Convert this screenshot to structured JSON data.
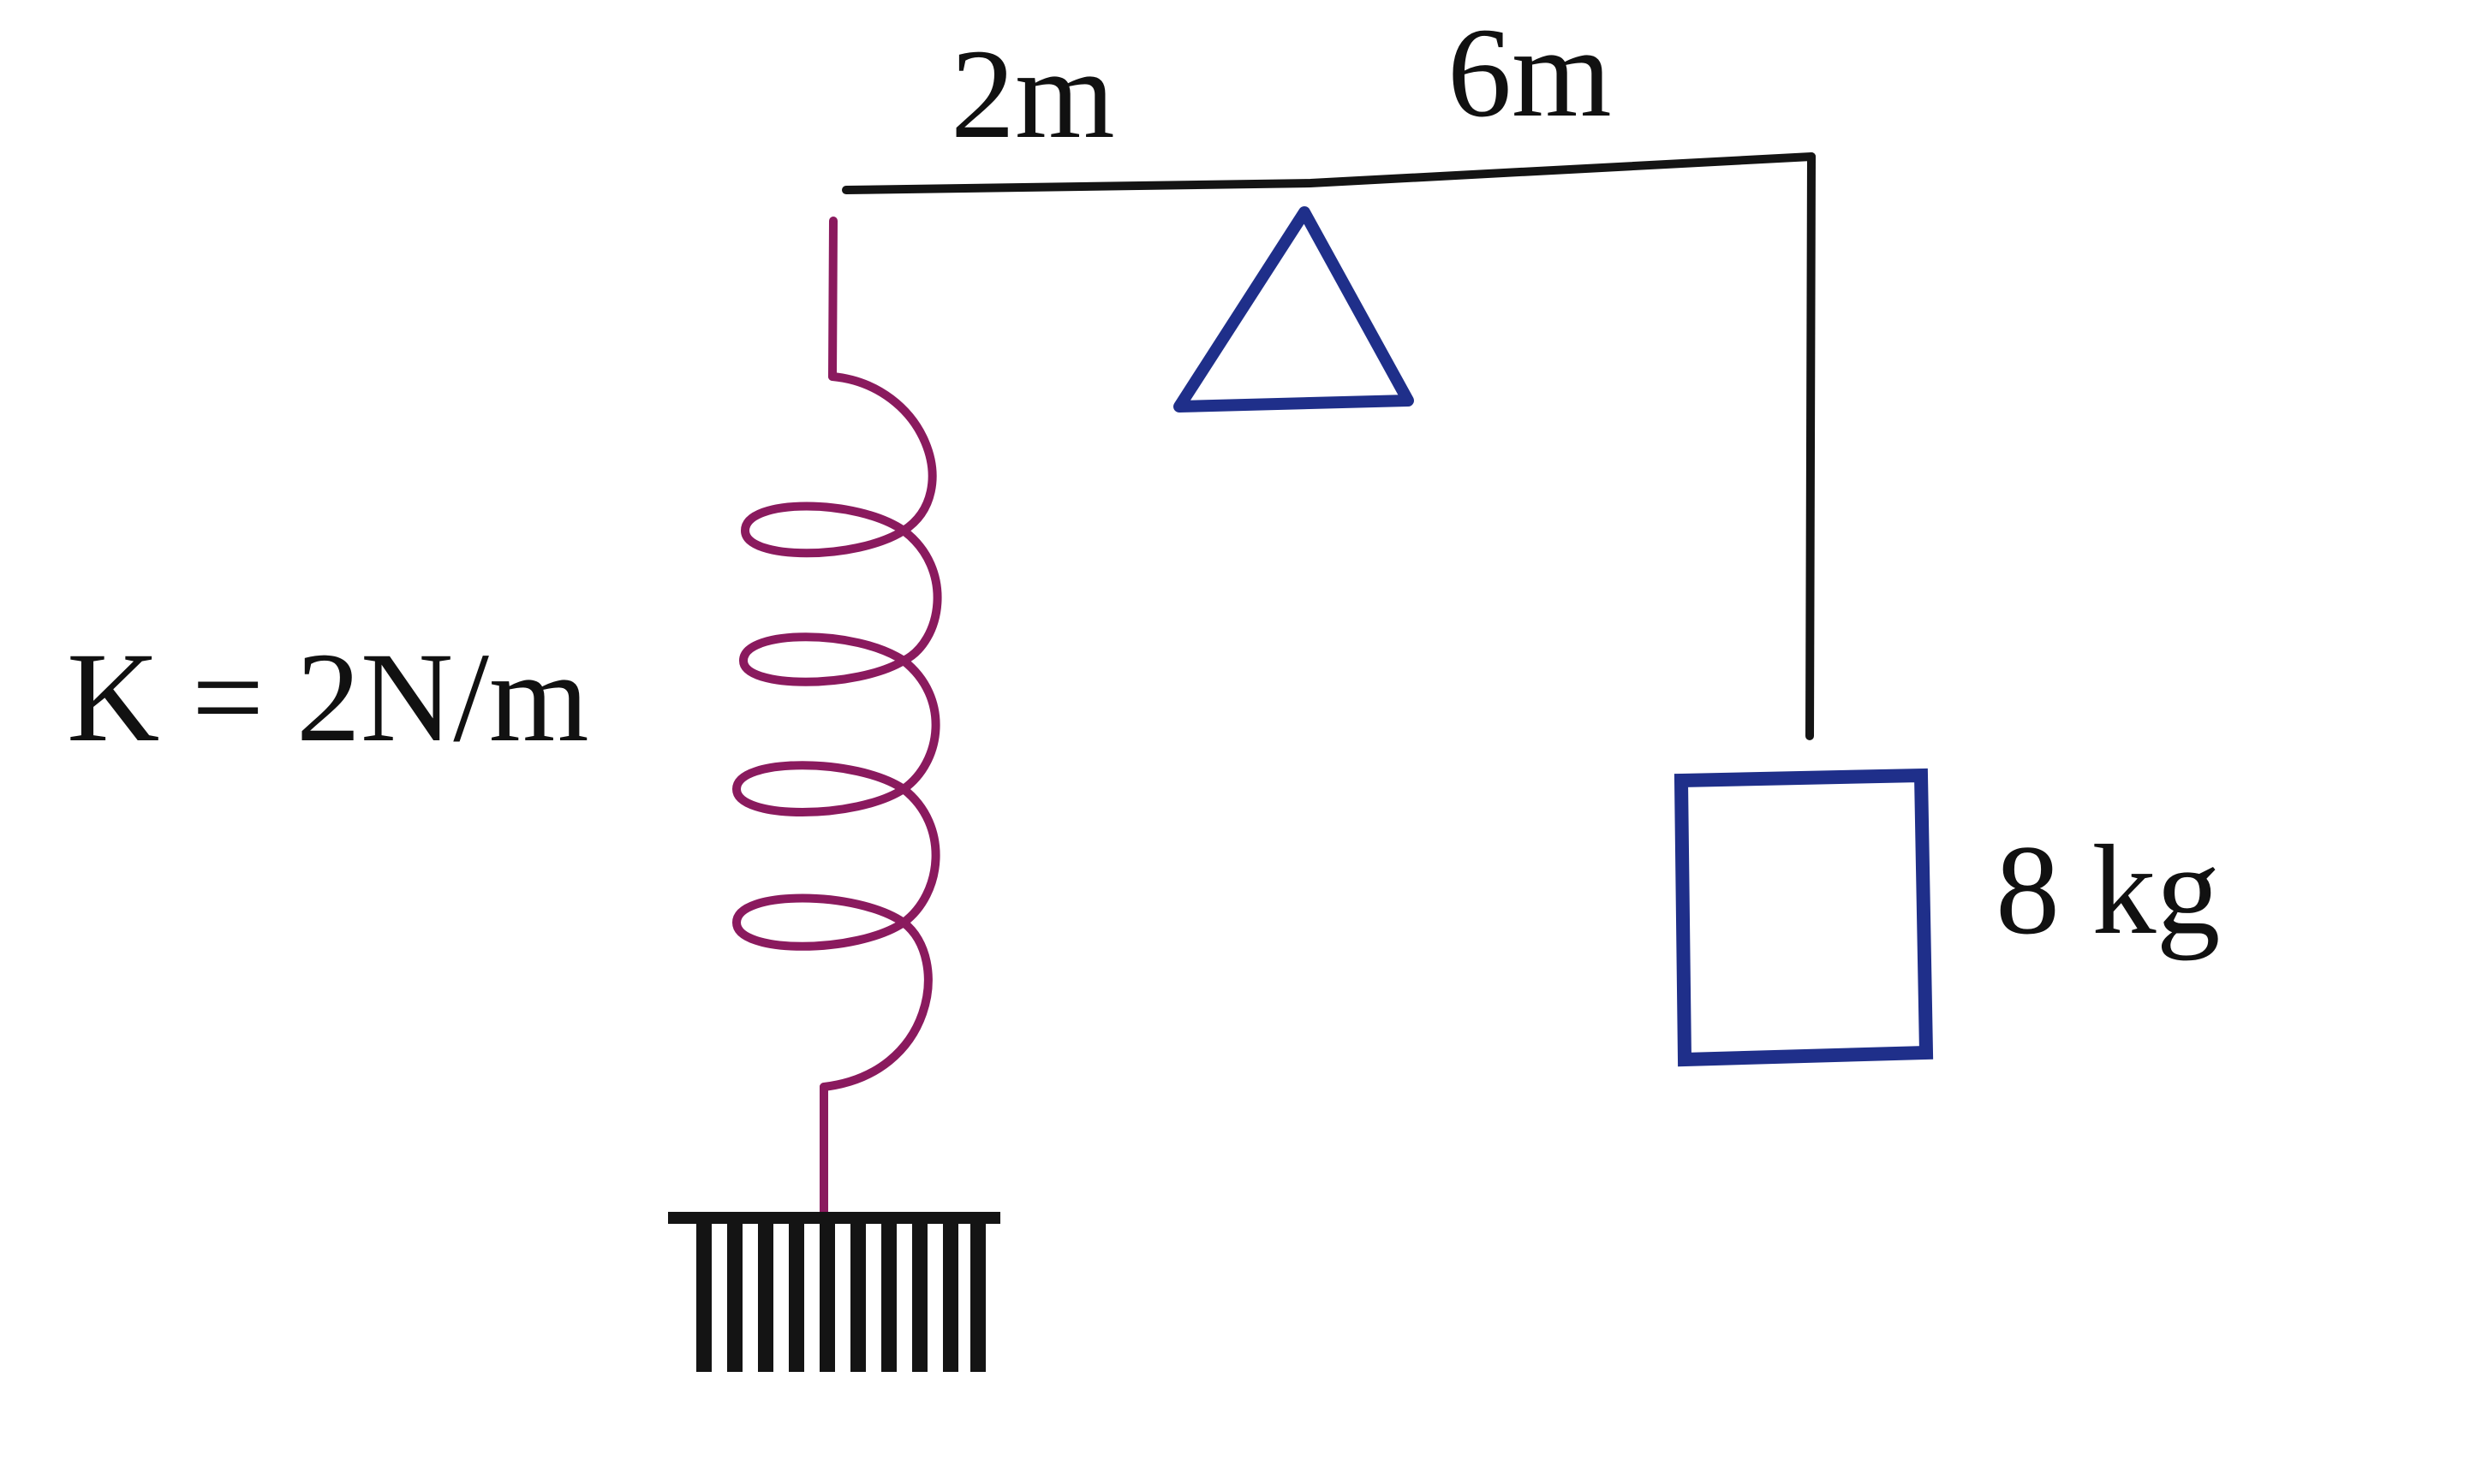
{
  "labels": {
    "left_arm_length": "2m",
    "right_arm_length": "6m",
    "spring_constant": "K = 2N/m",
    "mass": "8 kg"
  },
  "colors": {
    "lever_rod": "#141414",
    "spring": "#8a1a5e",
    "fulcrum": "#1f2f8a",
    "mass_block": "#1f2f8a",
    "ground": "#141414",
    "text": "#111111"
  }
}
